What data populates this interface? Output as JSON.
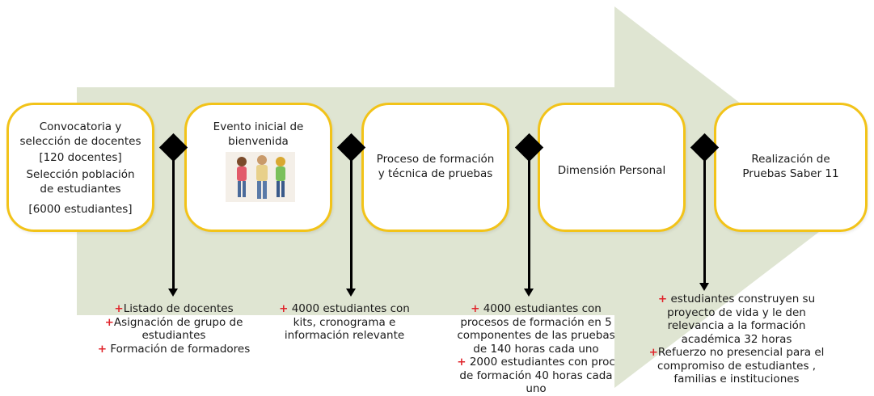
{
  "colors": {
    "arrow": "#dfe5d2",
    "box_border": "#f2c319",
    "plus": "#e0242b"
  },
  "steps": [
    {
      "lines": [
        "Convocatoria y",
        "selección de  docentes",
        "[120 docentes]",
        "Selección población",
        "de estudiantes",
        "[6000 estudiantes]"
      ]
    },
    {
      "lines": [
        "Evento inicial de",
        "bienvenida"
      ],
      "image": "students-illustration"
    },
    {
      "lines": [
        "Proceso de formación",
        "y técnica  de pruebas"
      ]
    },
    {
      "lines": [
        "Dimensión Personal"
      ]
    },
    {
      "lines": [
        "Realización de",
        "Pruebas Saber 11"
      ]
    }
  ],
  "notes": [
    {
      "items": [
        {
          "bullet": "+",
          "text": "Listado de docentes"
        },
        {
          "bullet": "+",
          "text": "Asignación de grupo de estudiantes"
        },
        {
          "bullet": "+",
          "text": " Formación de formadores"
        }
      ]
    },
    {
      "items": [
        {
          "bullet": "+",
          "text": " 4000 estudiantes con kits, cronograma e información relevante"
        }
      ]
    },
    {
      "items": [
        {
          "bullet": "+",
          "text": " 4000 estudiantes con procesos de formación en 5 componentes de las pruebas de 140 horas cada uno"
        },
        {
          "bullet": "+",
          "text": " 2000 estudiantes con proc de formación 40 horas cada uno"
        }
      ]
    },
    {
      "items": [
        {
          "bullet": "+",
          "text": "  estudiantes construyen su proyecto de vida y le den relevancia a la formación académica 32 horas"
        },
        {
          "bullet": "+",
          "text": "Refuerzo no presencial para el compromiso de estudiantes , familias e instituciones"
        }
      ]
    }
  ]
}
